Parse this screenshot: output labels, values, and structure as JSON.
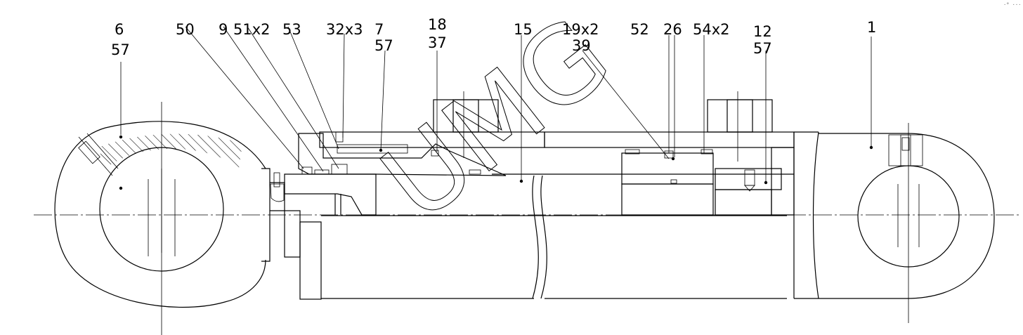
{
  "watermark": "UMG",
  "corner_mark": "·° ···",
  "callouts": [
    {
      "line1": "6",
      "line2": "57"
    },
    {
      "line1": "50",
      "line2": ""
    },
    {
      "line1": "9",
      "line2": ""
    },
    {
      "line1": "51x2",
      "line2": ""
    },
    {
      "line1": "53",
      "line2": ""
    },
    {
      "line1": "32x3",
      "line2": ""
    },
    {
      "line1": "7",
      "line2": "57"
    },
    {
      "line1": "18",
      "line2": "37"
    },
    {
      "line1": "15",
      "line2": ""
    },
    {
      "line1": "19x2",
      "line2": "39"
    },
    {
      "line1": "52",
      "line2": ""
    },
    {
      "line1": "26",
      "line2": ""
    },
    {
      "line1": "54x2",
      "line2": ""
    },
    {
      "line1": "12",
      "line2": "57"
    },
    {
      "line1": "1",
      "line2": ""
    }
  ]
}
